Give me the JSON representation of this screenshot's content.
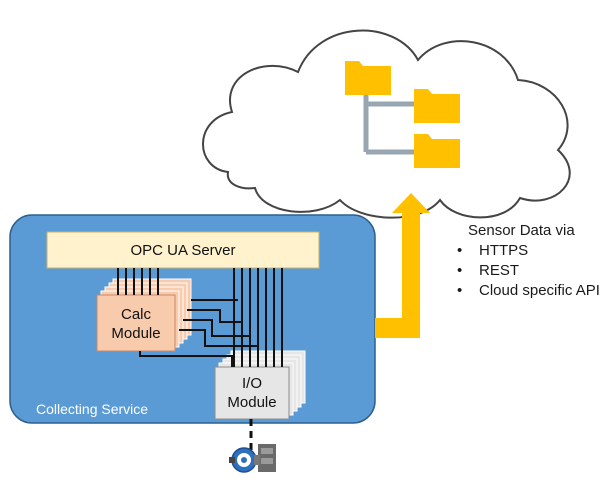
{
  "diagram": {
    "opc_server_label": "OPC UA Server",
    "calc_module_label": [
      "Calc",
      "Module"
    ],
    "io_module_label": [
      "I/O",
      "Module"
    ],
    "collecting_service_label": "Collecting Service",
    "sensor_data": {
      "heading": "Sensor Data via",
      "items": [
        "HTTPS",
        "REST",
        "Cloud specific API"
      ]
    },
    "icons": [
      "cloud-icon",
      "folder-icon",
      "up-arrow-icon",
      "sensor-device-icon"
    ],
    "colors": {
      "service_box": "#5b9bd5",
      "service_border": "#2e5f8f",
      "opc_server": "#fff2cc",
      "calc_module": "#f8cbad",
      "io_module": "#e7e6e6",
      "arrow": "#ffc000",
      "folder": "#ffc000",
      "tree": "#97a6b1"
    }
  }
}
